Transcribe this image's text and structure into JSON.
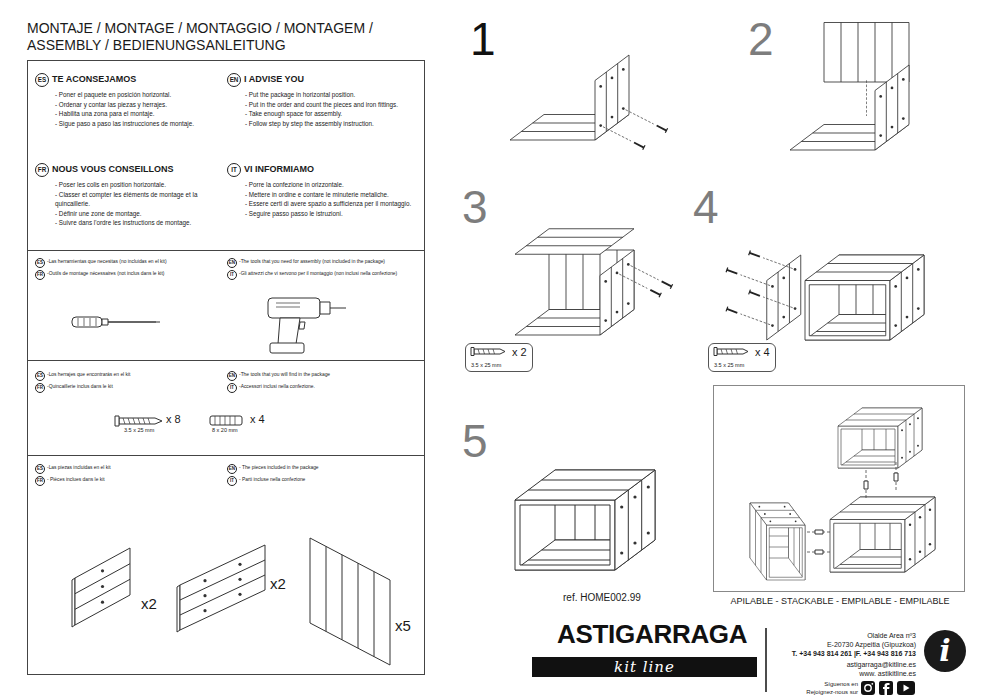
{
  "diagram": {
    "title": "MONTAJE / MONTAGE / MONTAGGIO / MONTAGEM / ASSEMBLY / BEDIENUNGSANLEITUNG",
    "nodes": [
      {
        "text": [
          "TE ACONSEJAMOS",
          "- Poner el paquete en posición horizontal.",
          "- Ordenar y contar las piezas y herrajes.",
          "- Habilita una zona para el montaje.",
          "- Sigue paso a paso las instrucciones de montaje.",
          "I ADVISE YOU",
          "- Put the package in horizontal position.",
          "- Put in the order and count the pieces and iron fittings.",
          "- Take enough space for assembly.",
          "- Follow step by step the assembly instruction.",
          "NOUS VOUS CONSEILLONS",
          "- Poser les colis en position horizontale.",
          "- Classer et compter les éléments de montage et la quincaillerie.",
          "- Définir une zone de montage.",
          "- Suivre dans l'ordre les instructions de montage.",
          "VI INFORMIAMO",
          "- Porre la confezione in orizzontale.",
          "- Mettere in ordine e contare le minuterie metaliche.",
          "- Essere certi di avere spazio a sufficienza per il montaggio.",
          "- Seguire passo passo le istruzioni."
        ]
      },
      {
        "text": [
          "ES"
        ],
        "in": 0
      },
      {
        "text": [
          "EN"
        ],
        "in": 0
      },
      {
        "text": [
          "FR"
        ],
        "in": 0
      },
      {
        "text": [
          "IT"
        ],
        "in": 0
      },
      {
        "text": [
          "-Las herramientas que necesitas (no incluidas en el kit)",
          "-The tools that you need for assembly (not included in the package)",
          "-Outils de montage nécessaires (not inclus dans le kit)",
          "-Gli attrezzi che vi servono per il montaggio (non inclusi nella confezione)"
        ]
      },
      {
        "text": [
          "ES"
        ],
        "in": 5
      },
      {
        "text": [
          "EN"
        ],
        "in": 5
      },
      {
        "text": [
          "FR"
        ],
        "in": 5
      },
      {
        "text": [
          "IT"
        ],
        "in": 5
      },
      {
        "text": [
          "-Los herrajes que encontrarás en el kit",
          "-The tools that you will find in the package",
          "-Quincaillerie inclus dans le kit",
          "-Accessori inclusi nella confezione."
        ]
      },
      {
        "text": [
          "ES"
        ],
        "in": 10
      },
      {
        "text": [
          "EN"
        ],
        "in": 10
      },
      {
        "text": [
          "FR"
        ],
        "in": 10
      },
      {
        "text": [
          "IT"
        ],
        "in": 10
      },
      {
        "text": [
          "-Las piezas incluidas en el kit",
          "- The pieces included in the package",
          "- Pièces inclues dans le kit",
          "- Parti incluse nella confezione"
        ]
      },
      {
        "text": [
          "ES"
        ],
        "in": 15
      },
      {
        "text": [
          "EN"
        ],
        "in": 15
      },
      {
        "text": [
          "FR"
        ],
        "in": 15
      },
      {
        "text": [
          "IT"
        ],
        "in": 15
      },
      {
        "text": [
          "3.5 x 25 mm",
          "x 2"
        ]
      },
      {
        "text": [
          "3.5 x 25 mm",
          "x 4"
        ]
      },
      {
        "text": [
          "APILABLE - STACKABLE - EMPILABLE - EMPILABLE"
        ]
      },
      {
        "text": [
          "kit line"
        ]
      },
      {
        "text": [
          "i"
        ]
      }
    ],
    "labels": [
      "1",
      "2",
      "3",
      "4",
      "5",
      "3.5 x 25 mm",
      "x 8",
      "8 x 20 mm",
      "x 4",
      "x2",
      "x2",
      "x5",
      "ref. HOME002.99",
      "ASTIGARRAGA",
      "Olalde Area nº3",
      "E-20730 Azpeitia (Gipuzkoa)",
      "T. +34 943 814 261 |F. +34 943 816 713",
      "astigarraga@kitline.es",
      "www. astikitline.es",
      "Síguenos en",
      "Rejoignez-nous sur"
    ]
  }
}
